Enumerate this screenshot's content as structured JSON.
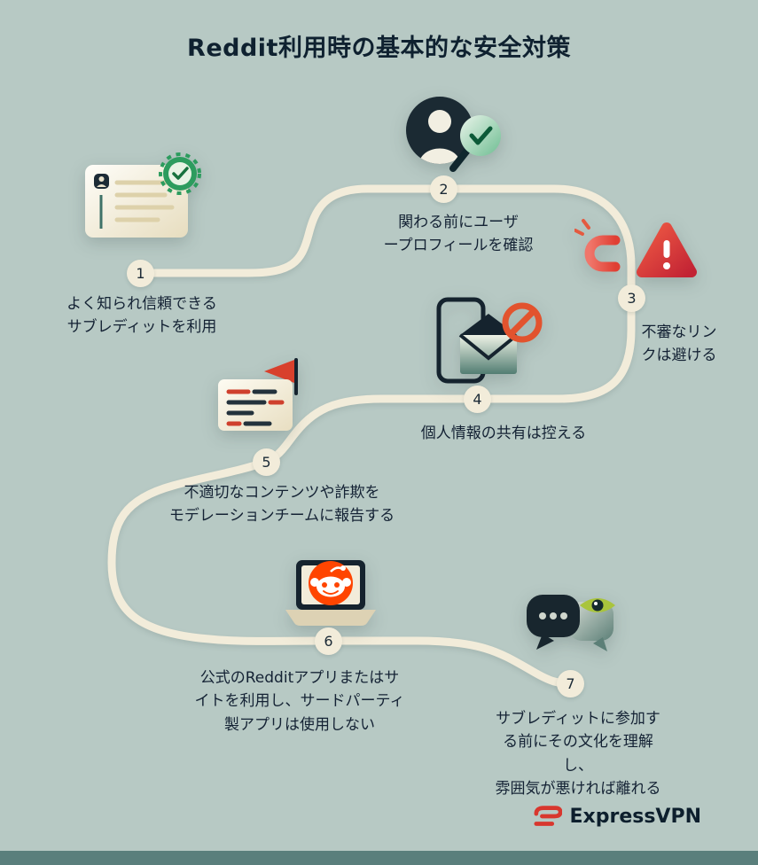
{
  "title": "Reddit利用時の基本的な安全対策",
  "steps": [
    {
      "number": "1",
      "label": "よく知られ信頼できる\nサブレディットを利用",
      "icon": "verified-subreddit-icon"
    },
    {
      "number": "2",
      "label": "関わる前にユーザ\nープロフィールを確認",
      "icon": "profile-check-icon"
    },
    {
      "number": "3",
      "label": "不審なリン\nクは避ける",
      "icon": "suspicious-link-icon"
    },
    {
      "number": "4",
      "label": "個人情報の共有は控える",
      "icon": "no-personal-info-icon"
    },
    {
      "number": "5",
      "label": "不適切なコンテンツや詐欺を\nモデレーションチームに報告する",
      "icon": "report-flag-icon"
    },
    {
      "number": "6",
      "label": "公式のRedditアプリまたはサ\nイトを利用し、サードパーティ\n製アプリは使用しない",
      "icon": "official-reddit-app-icon"
    },
    {
      "number": "7",
      "label": "サブレディットに参加す\nる前にその文化を理解し、\n雰囲気が悪ければ離れる",
      "icon": "community-culture-icon"
    }
  ],
  "footer": {
    "brand": "ExpressVPN"
  },
  "colors": {
    "background": "#b7c9c4",
    "path": "#f2ecda",
    "text": "#142234",
    "accent_red": "#da3b2e",
    "accent_green": "#2c9c5e",
    "reddit_orange": "#ff4500",
    "footer_bar": "#5a7f7c"
  }
}
